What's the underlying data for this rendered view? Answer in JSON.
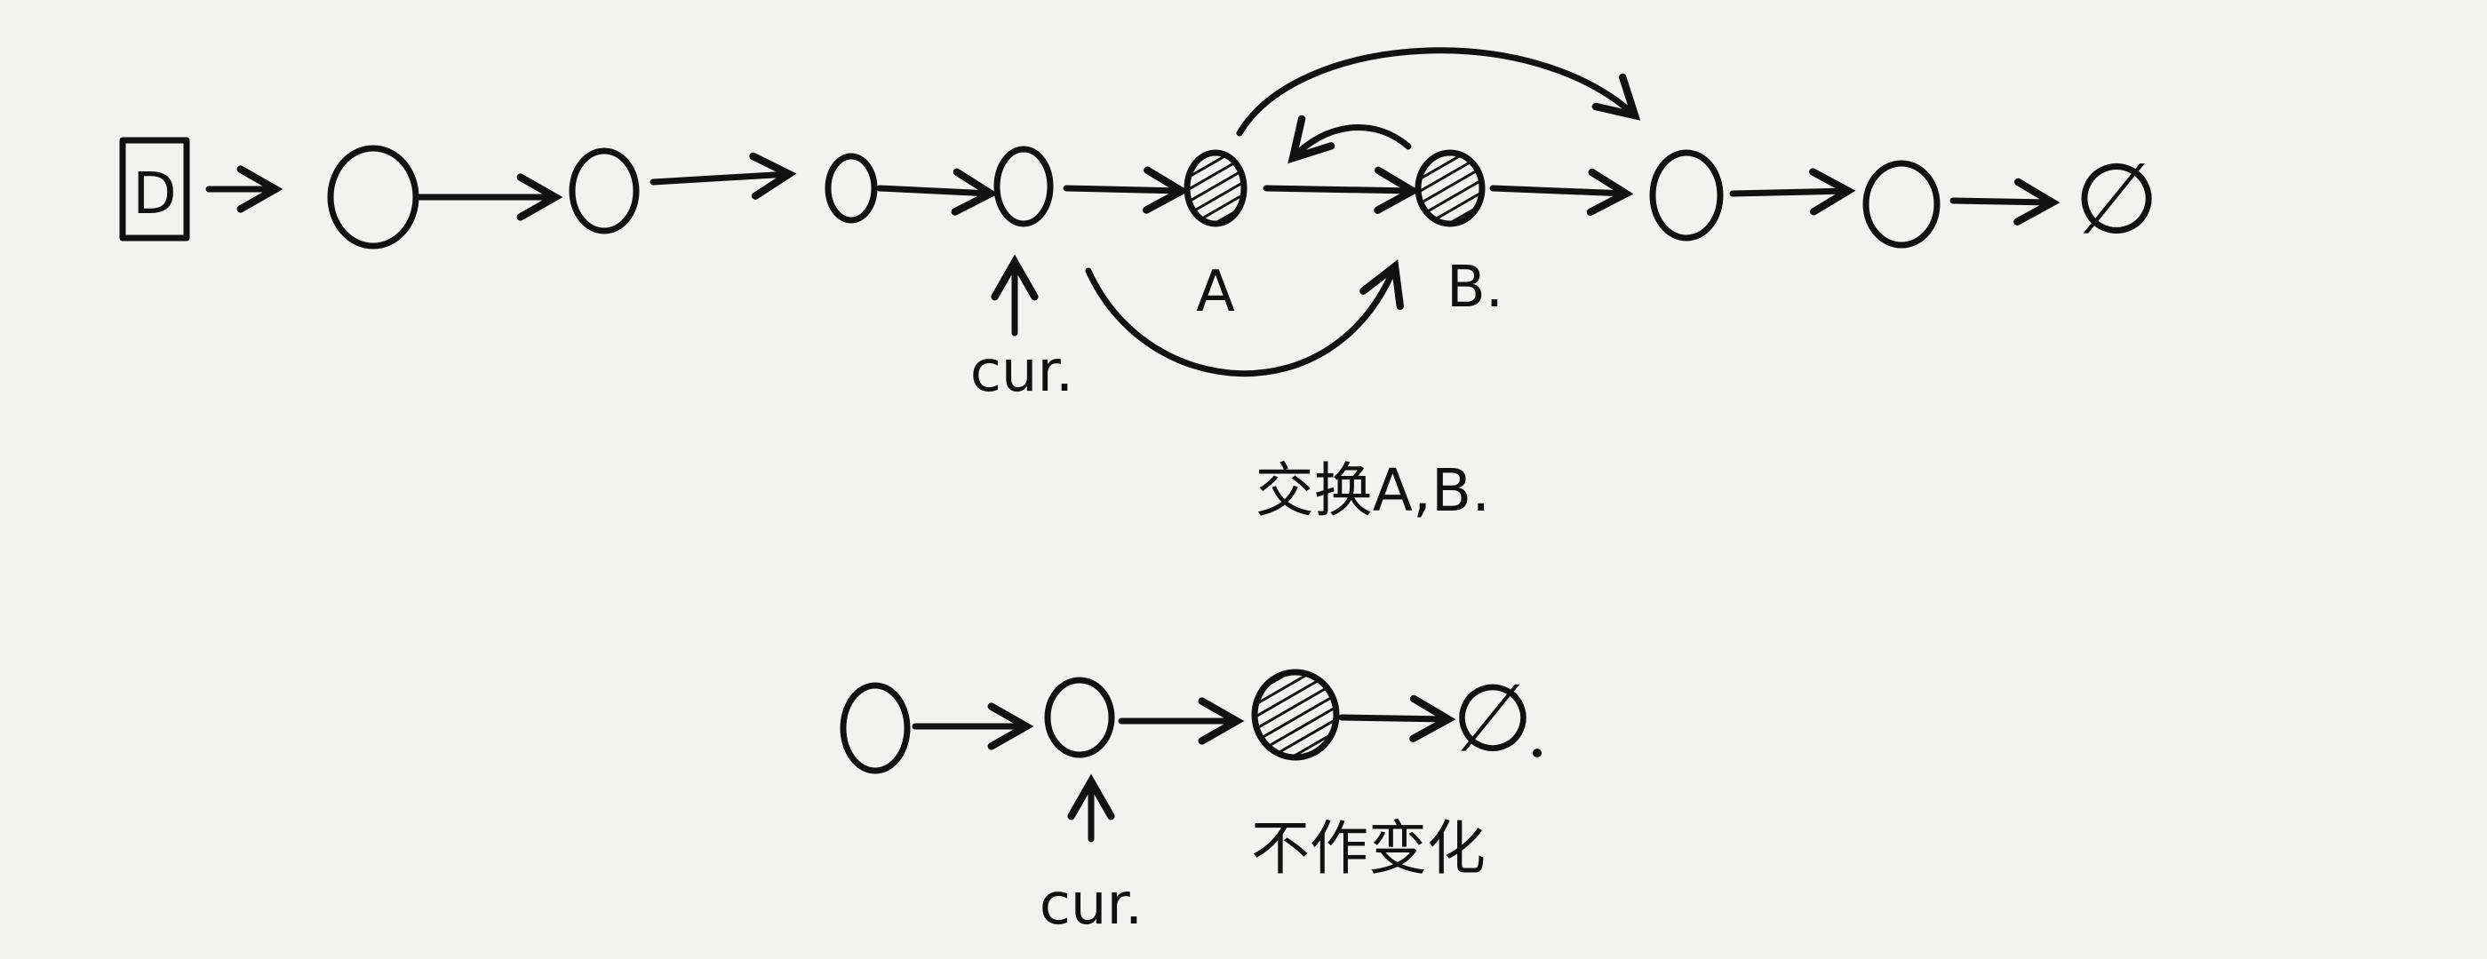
{
  "diagram": {
    "top_row": {
      "head_label": "D",
      "nodes": [
        "",
        "",
        "",
        "",
        "A",
        "B.",
        "",
        ""
      ],
      "null_symbol": "∅",
      "pointer_label": "cur.",
      "caption": "交换A,B."
    },
    "bottom_row": {
      "null_symbol": "∅",
      "pointer_label": "cur.",
      "caption": "不作变化"
    }
  }
}
